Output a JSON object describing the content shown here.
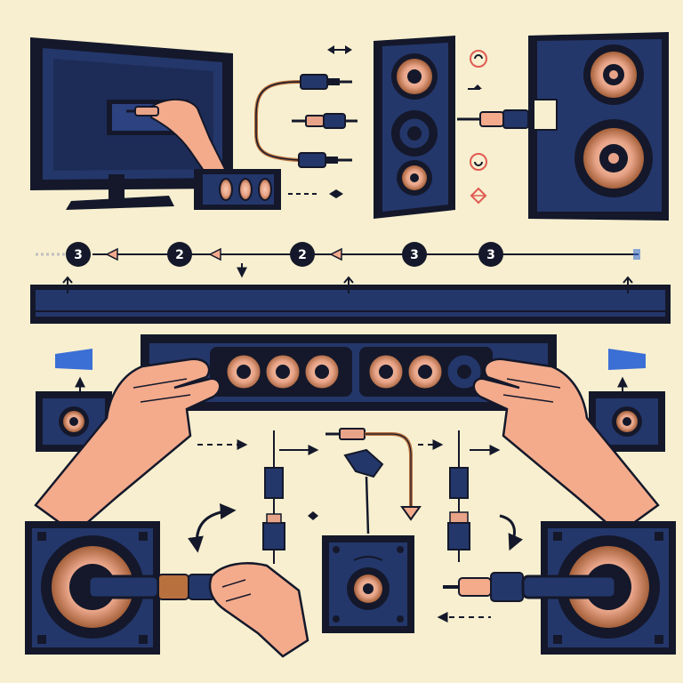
{
  "colors": {
    "background": "#f7efcf",
    "navy": "#24376b",
    "outline": "#14182a",
    "copper": "#e8a488",
    "copper_dark": "#b8703f",
    "skin": "#f3ab8c",
    "accent_red": "#e05a52",
    "accent_blue": "#3b6fd6"
  },
  "steps": [
    {
      "number": "3"
    },
    {
      "number": "2"
    },
    {
      "number": "2"
    },
    {
      "number": "3"
    },
    {
      "number": "3"
    }
  ]
}
